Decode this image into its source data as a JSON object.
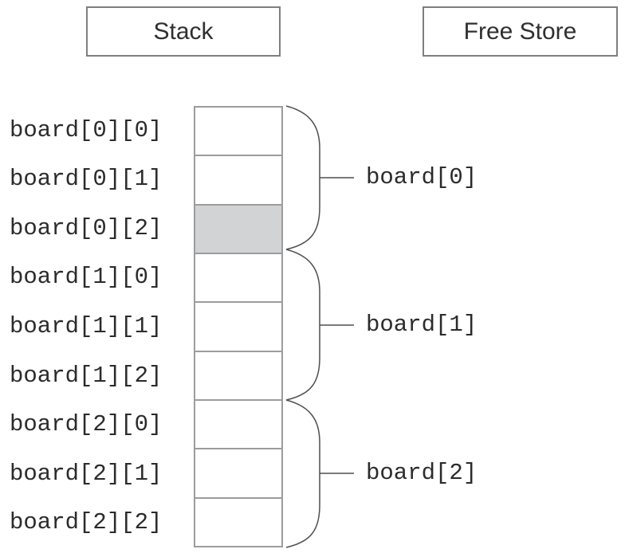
{
  "headers": {
    "stack": "Stack",
    "free_store": "Free Store"
  },
  "memory": {
    "cells": [
      {
        "label": "board[0][0]",
        "shaded": false
      },
      {
        "label": "board[0][1]",
        "shaded": false
      },
      {
        "label": "board[0][2]",
        "shaded": true
      },
      {
        "label": "board[1][0]",
        "shaded": false
      },
      {
        "label": "board[1][1]",
        "shaded": false
      },
      {
        "label": "board[1][2]",
        "shaded": false
      },
      {
        "label": "board[2][0]",
        "shaded": false
      },
      {
        "label": "board[2][1]",
        "shaded": false
      },
      {
        "label": "board[2][2]",
        "shaded": false
      }
    ],
    "groups": [
      {
        "label": "board[0]"
      },
      {
        "label": "board[1]"
      },
      {
        "label": "board[2]"
      }
    ]
  },
  "colors": {
    "shaded_cell": "#d2d3d5",
    "cell_border": "#9c9c9c",
    "box_border": "#7f7f7f",
    "brace_line": "#4f4f4f",
    "text": "#2b2b2b"
  }
}
